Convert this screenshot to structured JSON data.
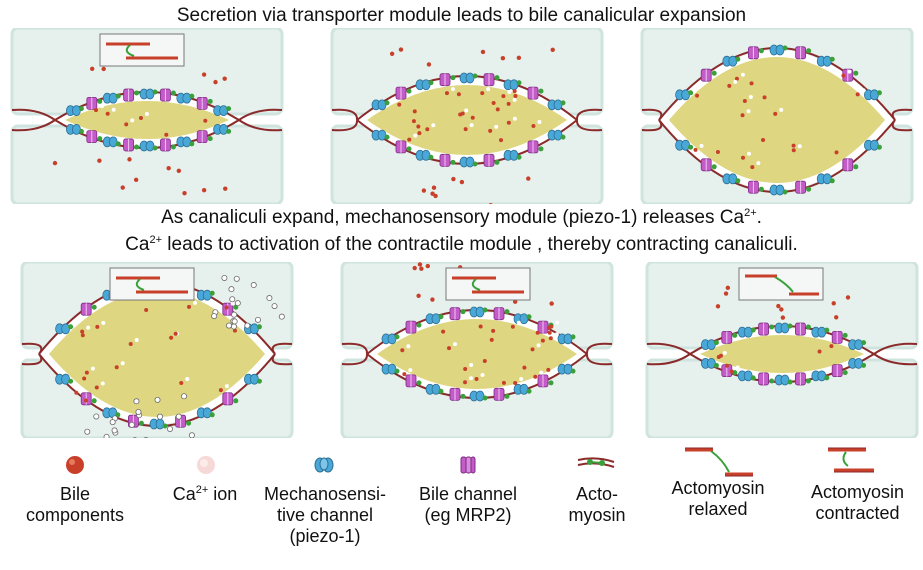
{
  "captions": {
    "top": "Secretion via transporter module leads to bile canalicular expansion",
    "middle_line1_pre": "As canaliculi expand, mechanosensory module (piezo-1) releases Ca",
    "middle_line1_sup": "2+",
    "middle_line1_post": ".",
    "middle_line2_pre": "Ca",
    "middle_line2_sup": "2+",
    "middle_line2_post": " leads to activation of the contractile module , thereby contracting canaliculi."
  },
  "panels": [
    {
      "row": "expansion",
      "step": 1,
      "state": "contracted",
      "ca_release": false,
      "inset": "actomyosin-contracted"
    },
    {
      "row": "expansion",
      "step": 2,
      "state": "intermediate",
      "ca_release": false,
      "inset": "none"
    },
    {
      "row": "expansion",
      "step": 3,
      "state": "expanded",
      "ca_release": false,
      "inset": "none"
    },
    {
      "row": "contraction",
      "step": 1,
      "state": "expanded",
      "ca_release": true,
      "inset": "actomyosin-contracted"
    },
    {
      "row": "contraction",
      "step": 2,
      "state": "intermediate",
      "ca_release": false,
      "inset": "actomyosin-contracted"
    },
    {
      "row": "contraction",
      "step": 3,
      "state": "contracted",
      "ca_release": false,
      "inset": "actomyosin-relaxed"
    }
  ],
  "legend": {
    "bile": {
      "line1": "Bile",
      "line2": "components"
    },
    "ca": {
      "pre": "Ca",
      "sup": "2+",
      "post": " ion"
    },
    "piezo": {
      "line1": "Mechanosensi-",
      "line2": "tive channel",
      "line3": "(piezo-1)"
    },
    "bile_channel": {
      "line1": "Bile channel",
      "line2": "(eg MRP2)"
    },
    "actomyosin": {
      "line1": "Acto-",
      "line2": "myosin"
    },
    "relaxed": {
      "line1": "Actomyosin",
      "line2": "relaxed"
    },
    "contracted": {
      "line1": "Actomyosin",
      "line2": "contracted"
    }
  },
  "colors": {
    "bile": "#c8402a",
    "ca_ion": "#f3c9c6",
    "piezo": "#4aa8d8",
    "mrp2": "#c35cc8",
    "actin": "#8a2a2a",
    "myosin": "#3aa03a",
    "lumen": "#d8cf6a",
    "cell": "#e6f0ec",
    "cell_border": "#cfe4df"
  }
}
